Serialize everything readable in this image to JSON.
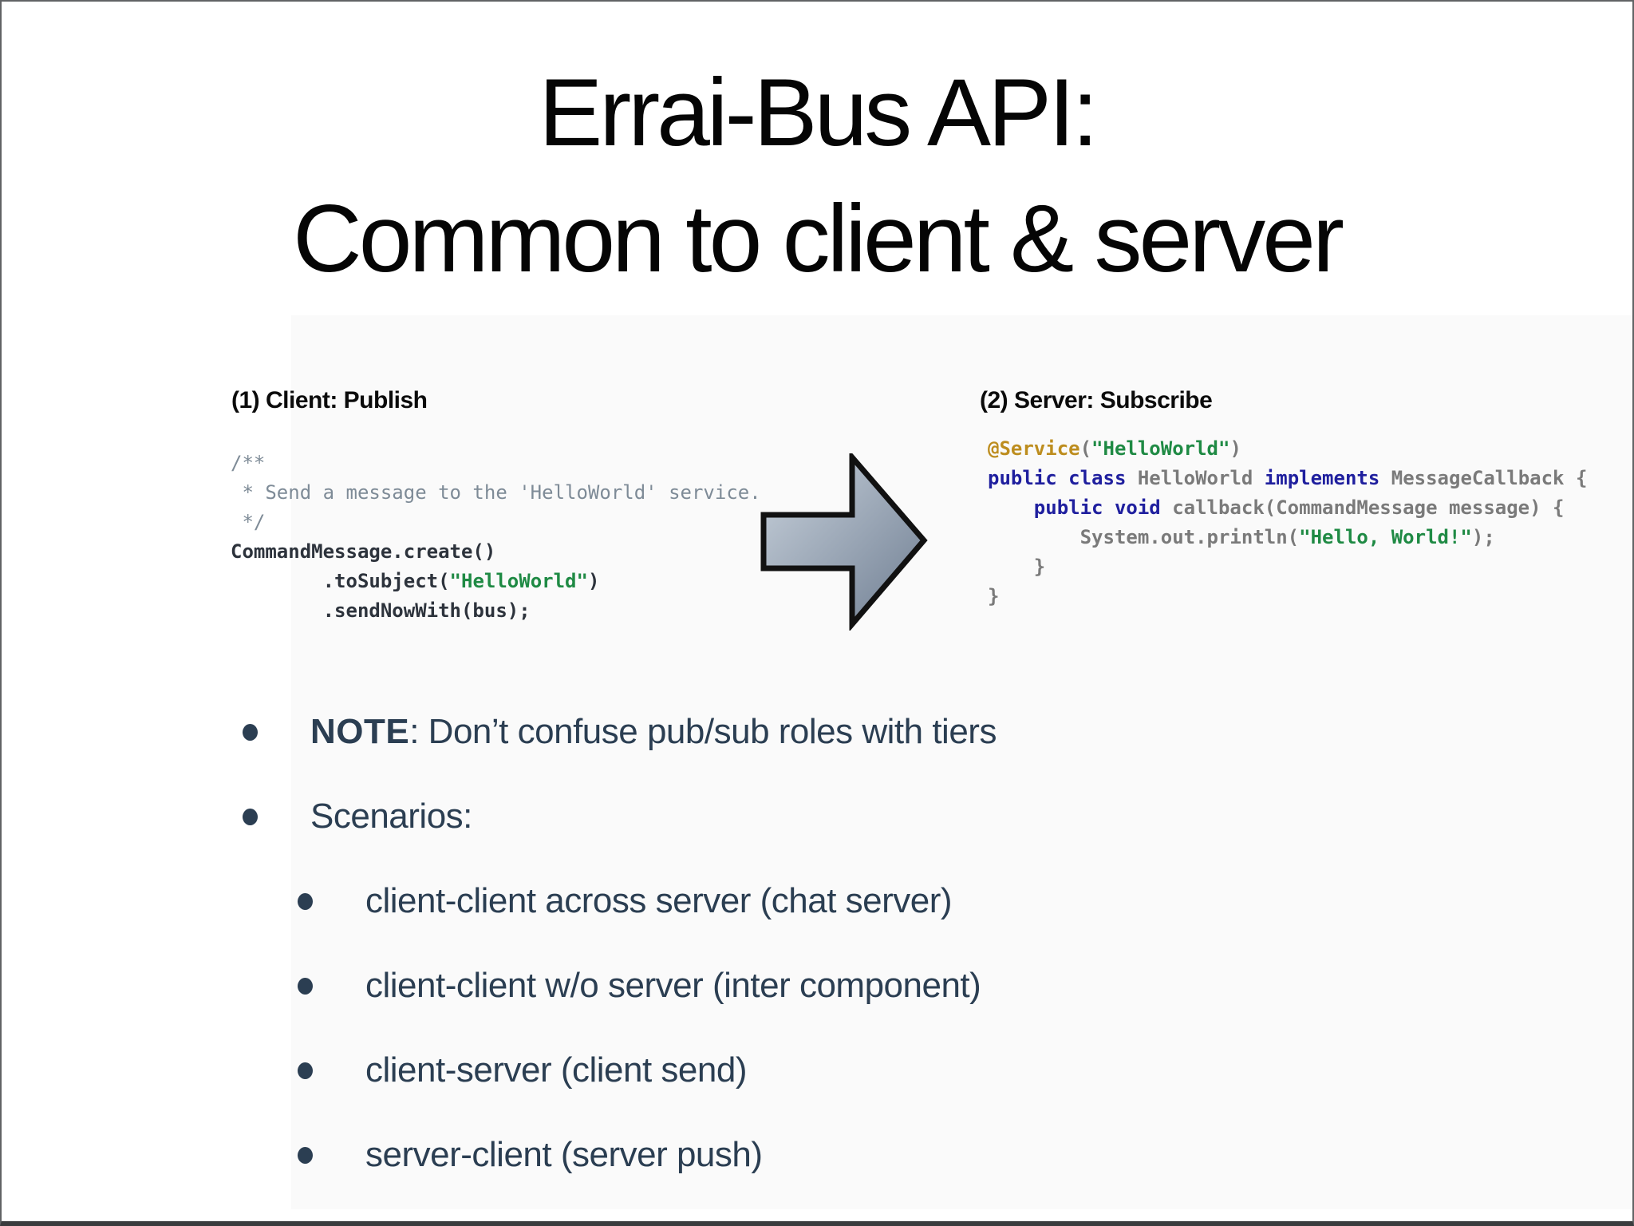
{
  "slide": {
    "title_line1": "Errai-Bus API:",
    "title_line2": "Common to client & server"
  },
  "panels": {
    "left": {
      "header": "(1) Client: Publish",
      "lines": [
        [
          {
            "t": "/**",
            "c": "cm"
          }
        ],
        [
          {
            "t": " * Send a message to the 'HelloWorld' service.",
            "c": "cm"
          }
        ],
        [
          {
            "t": " */",
            "c": "cm"
          }
        ],
        [
          {
            "t": "CommandMessage.create()",
            "c": "pl"
          }
        ],
        [
          {
            "t": "        .toSubject(",
            "c": "pl"
          },
          {
            "t": "\"HelloWorld\"",
            "c": "str"
          },
          {
            "t": ")",
            "c": "pl"
          }
        ],
        [
          {
            "t": "        .sendNowWith(bus);",
            "c": "pl"
          }
        ]
      ]
    },
    "right": {
      "header": "(2) Server: Subscribe",
      "lines": [
        [
          {
            "t": "@Service",
            "c": "ann"
          },
          {
            "t": "(",
            "c": "id"
          },
          {
            "t": "\"HelloWorld\"",
            "c": "str"
          },
          {
            "t": ")",
            "c": "id"
          }
        ],
        [
          {
            "t": "public class ",
            "c": "kw"
          },
          {
            "t": "HelloWorld ",
            "c": "id"
          },
          {
            "t": "implements ",
            "c": "kw"
          },
          {
            "t": "MessageCallback {",
            "c": "id"
          }
        ],
        [
          {
            "t": "    ",
            "c": "id"
          },
          {
            "t": "public void ",
            "c": "kw"
          },
          {
            "t": "callback(CommandMessage message) {",
            "c": "id"
          }
        ],
        [
          {
            "t": "        System.out.println(",
            "c": "id"
          },
          {
            "t": "\"Hello, World!\"",
            "c": "str"
          },
          {
            "t": ");",
            "c": "id"
          }
        ],
        [
          {
            "t": "    }",
            "c": "id"
          }
        ],
        [
          {
            "t": "}",
            "c": "id"
          }
        ]
      ]
    }
  },
  "arrow": {
    "fill_light": "#c9d2dc",
    "fill_dark": "#6f7e92",
    "stroke": "#111111"
  },
  "bullets": [
    {
      "level": 1,
      "parts": [
        {
          "t": "NOTE",
          "b": true
        },
        {
          "t": ": Don’t confuse pub/sub roles with tiers",
          "b": false
        }
      ]
    },
    {
      "level": 1,
      "parts": [
        {
          "t": "Scenarios:",
          "b": false
        }
      ]
    },
    {
      "level": 2,
      "parts": [
        {
          "t": "client-client across server (chat server)",
          "b": false
        }
      ]
    },
    {
      "level": 2,
      "parts": [
        {
          "t": "client-client w/o server (inter component)",
          "b": false
        }
      ]
    },
    {
      "level": 2,
      "parts": [
        {
          "t": "client-server (client send)",
          "b": false
        }
      ]
    },
    {
      "level": 2,
      "parts": [
        {
          "t": "server-client (server push)",
          "b": false
        }
      ]
    }
  ],
  "colors": {
    "bullet_text": "#2b3e52",
    "title_text": "#050505",
    "comment": "#7e8b97",
    "keyword": "#1f1f9e",
    "string": "#1f8a44",
    "annotation": "#bd8d1e",
    "identifier": "#7a7a7a"
  }
}
